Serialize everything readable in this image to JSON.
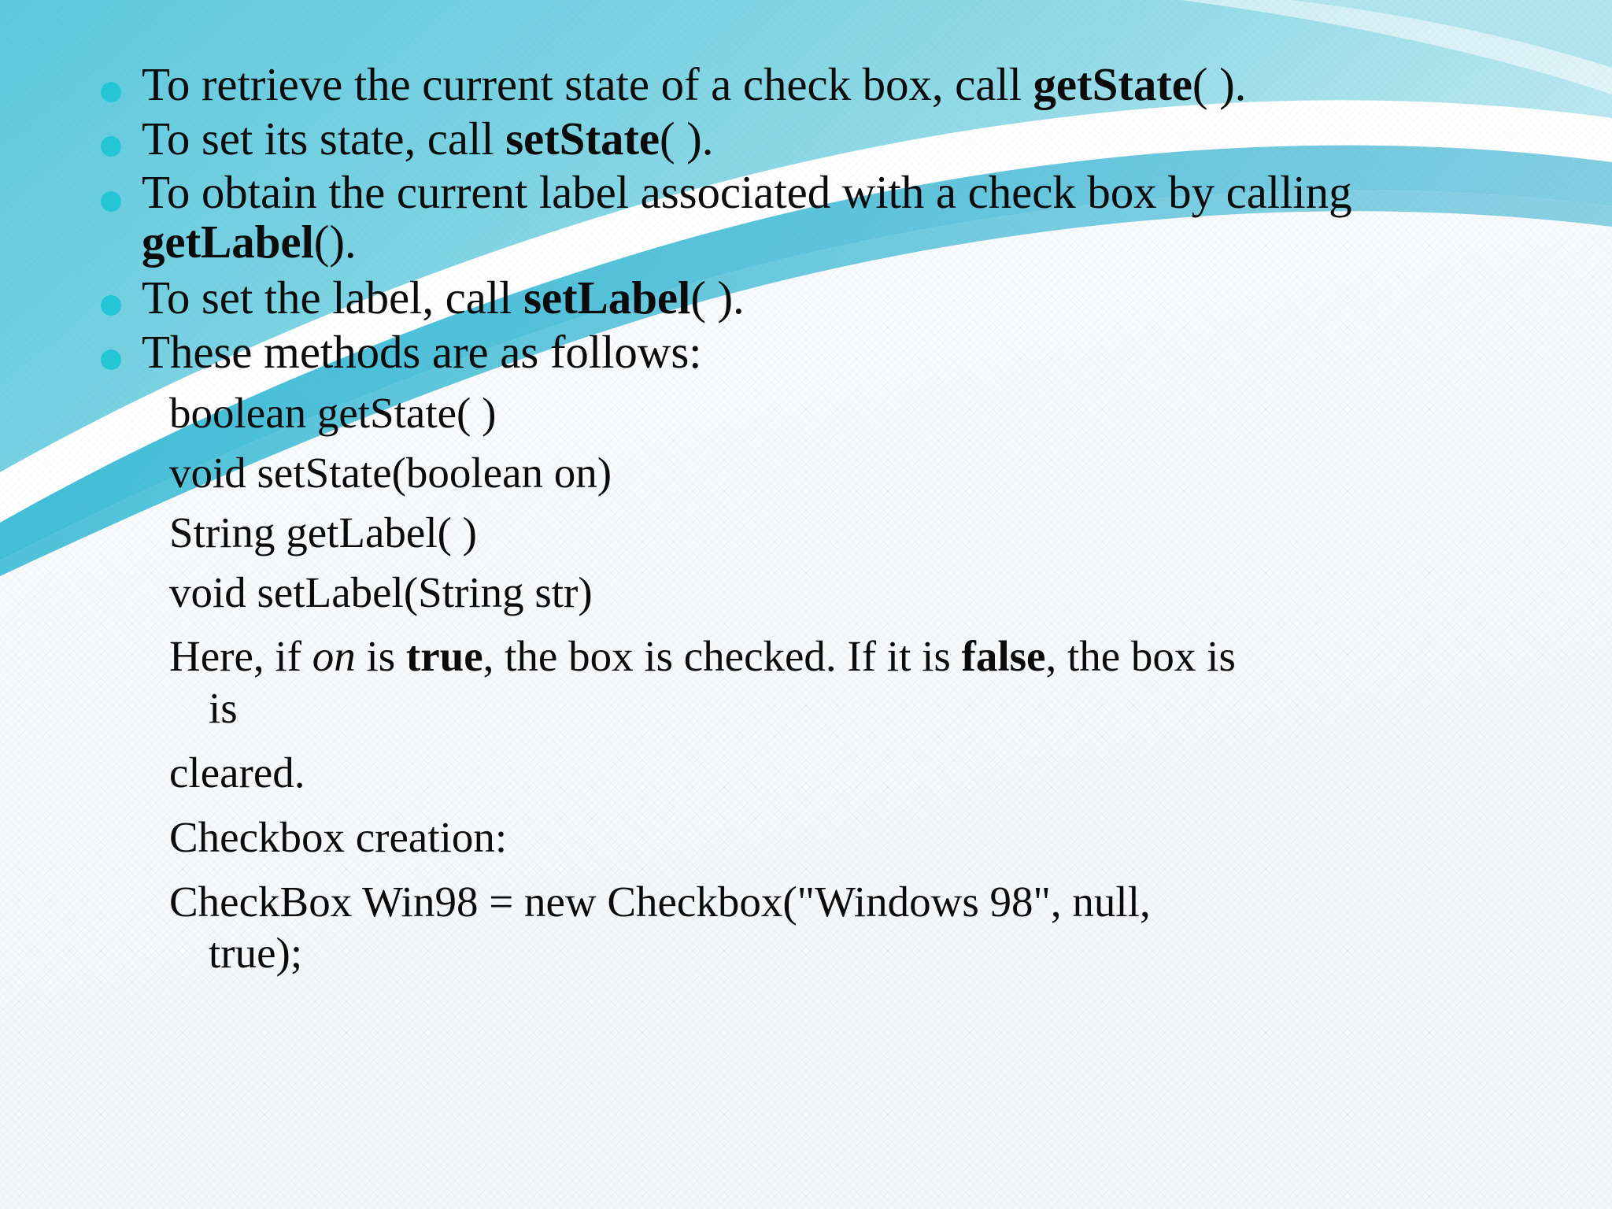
{
  "slide": {
    "background_color": "#f7f8fa",
    "accent_color": "#24c6d6",
    "wave_colors": [
      "#7fd4e4",
      "#4db9d4",
      "#a9e2ec",
      "#ffffff"
    ],
    "text_color": "#0b0b0b"
  },
  "bullets": [
    {
      "id": "get-state",
      "parts": [
        {
          "text": "To retrieve the current state of a check box, call ",
          "style": "normal"
        },
        {
          "text": "getState",
          "style": "bold"
        },
        {
          "text": "( ).",
          "style": "normal"
        }
      ],
      "plain": "To retrieve the current state of a check box, call getState( )."
    },
    {
      "id": "set-state",
      "parts": [
        {
          "text": "To set its state, call ",
          "style": "normal"
        },
        {
          "text": "setState",
          "style": "bold"
        },
        {
          "text": "( ).",
          "style": "normal"
        }
      ],
      "plain": "To set its state, call setState( )."
    },
    {
      "id": "get-label",
      "parts": [
        {
          "text": "To obtain the current label associated with a check box by calling ",
          "style": "normal"
        },
        {
          "text": "getLabel",
          "style": "bold"
        },
        {
          "text": "().",
          "style": "normal"
        }
      ],
      "plain": "To obtain the current label associated with a check box by calling getLabel()."
    },
    {
      "id": "set-label",
      "parts": [
        {
          "text": "To set the label, call ",
          "style": "normal"
        },
        {
          "text": "setLabel",
          "style": "bold"
        },
        {
          "text": "( ).",
          "style": "normal"
        }
      ],
      "plain": "To set the label, call setLabel( )."
    },
    {
      "id": "methods-intro",
      "parts": [
        {
          "text": "These methods are as follows:",
          "style": "normal"
        }
      ],
      "plain": "These methods are as follows:"
    }
  ],
  "method_signatures": [
    "boolean getState( )",
    "void setState(boolean on)",
    "String getLabel( )",
    "void setLabel(String str)"
  ],
  "notes": {
    "here_line_1_a": "Here, if ",
    "here_line_1_on": "on",
    "here_line_1_b": " is ",
    "here_line_1_true": "true",
    "here_line_1_c": ", the box is checked. If it is ",
    "here_line_1_false": "false",
    "here_line_1_d": ", the box is",
    "here_line_2": "is",
    "cleared": "cleared."
  },
  "creation": {
    "heading": "Checkbox creation:",
    "code_line_1": "CheckBox Win98 = new Checkbox(\"Windows 98\", null,",
    "code_line_2": "true);"
  }
}
